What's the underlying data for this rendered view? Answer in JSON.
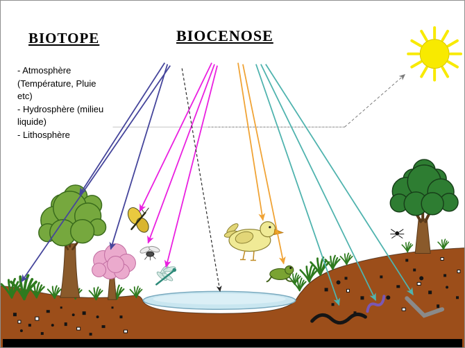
{
  "titles": {
    "biotope": "BIOTOPE",
    "biocenose": "BIOCENOSE"
  },
  "biotope_factors": [
    "- Atmosphère",
    "(Température, Pluie",
    "etc)",
    "- Hydrosphère (milieu",
    "liquide)",
    "- Lithosphère"
  ],
  "scene": {
    "entities": [
      "sun",
      "deciduous tree",
      "blossom tree",
      "oak tree",
      "pond",
      "grass",
      "butterfly",
      "fly",
      "dragonfly",
      "chick bird",
      "frog",
      "spider",
      "earthworm",
      "purple worm",
      "gray worm",
      "soil with particles"
    ]
  },
  "colors": {
    "biotope_arrow": "#45459b",
    "insect_arrow": "#ea1fe0",
    "animal_arrow": "#f0a335",
    "soil_arrow": "#4fb3ae",
    "pond_arrow": "#2a2a2a",
    "sun_arrow": "#7a7a7a",
    "ground": "#9c4e1a",
    "pond": "#c9e6f0",
    "sun": "#f8ea00",
    "foliage_green": "#76a83e",
    "foliage_dark": "#2e7d32",
    "blossom_pink": "#ebaacd",
    "trunk_brown": "#8a5a2b",
    "grass_green": "#2e7a1e"
  }
}
